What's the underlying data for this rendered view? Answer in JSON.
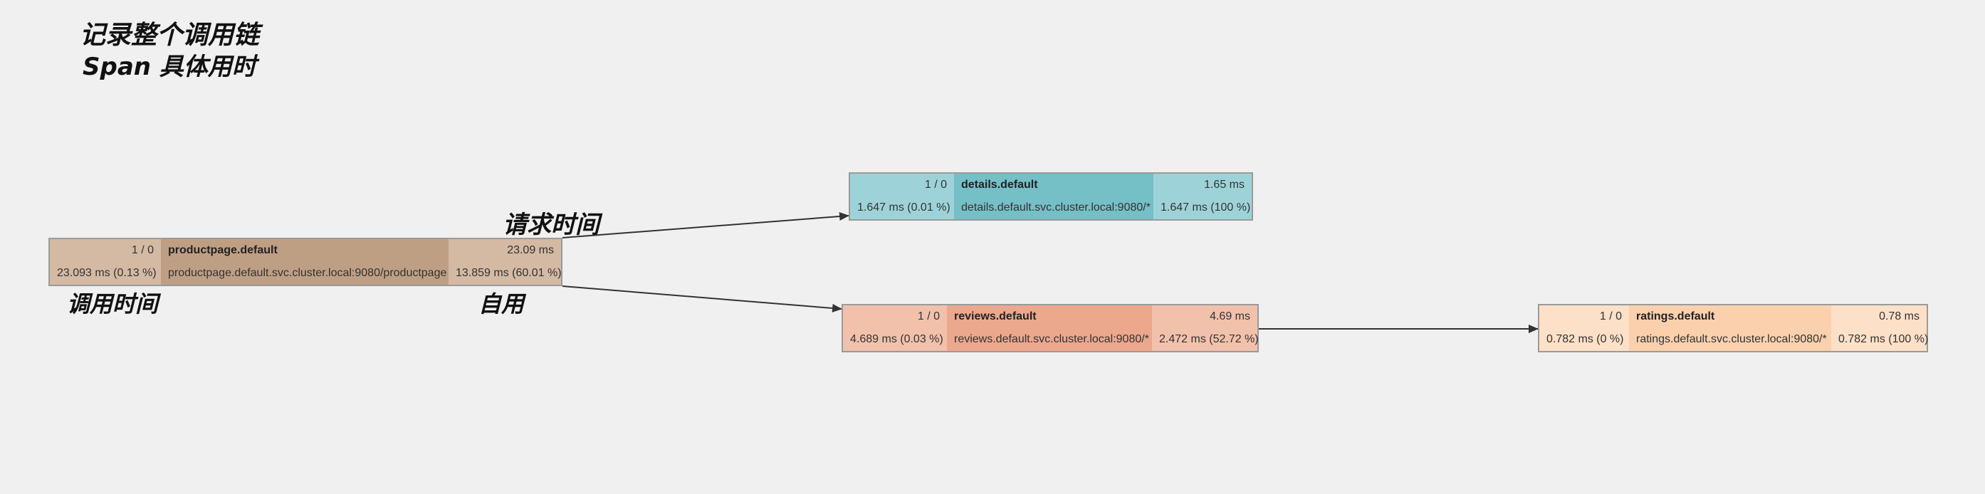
{
  "notes": {
    "line1": "记录整个调用链",
    "line2": "Span 具体用时",
    "request_time": "请求时间",
    "call_time": "调用时间",
    "self_time": "自用"
  },
  "nodes": {
    "productpage": {
      "ratio": "1 / 0",
      "name": "productpage.default",
      "total": "23.09 ms",
      "call_time": "23.093 ms (0.13 %)",
      "endpoint": "productpage.default.svc.cluster.local:9080/productpage",
      "self_time": "13.859 ms (60.01 %)"
    },
    "details": {
      "ratio": "1 / 0",
      "name": "details.default",
      "total": "1.65 ms",
      "call_time": "1.647 ms (0.01 %)",
      "endpoint": "details.default.svc.cluster.local:9080/*",
      "self_time": "1.647 ms (100 %)"
    },
    "reviews": {
      "ratio": "1 / 0",
      "name": "reviews.default",
      "total": "4.69 ms",
      "call_time": "4.689 ms (0.03 %)",
      "endpoint": "reviews.default.svc.cluster.local:9080/*",
      "self_time": "2.472 ms (52.72 %)"
    },
    "ratings": {
      "ratio": "1 / 0",
      "name": "ratings.default",
      "total": "0.78 ms",
      "call_time": "0.782 ms (0 %)",
      "endpoint": "ratings.default.svc.cluster.local:9080/*",
      "self_time": "0.782 ms (100 %)"
    }
  },
  "colors": {
    "edge": "#333333",
    "background": "#f0f0f0"
  }
}
